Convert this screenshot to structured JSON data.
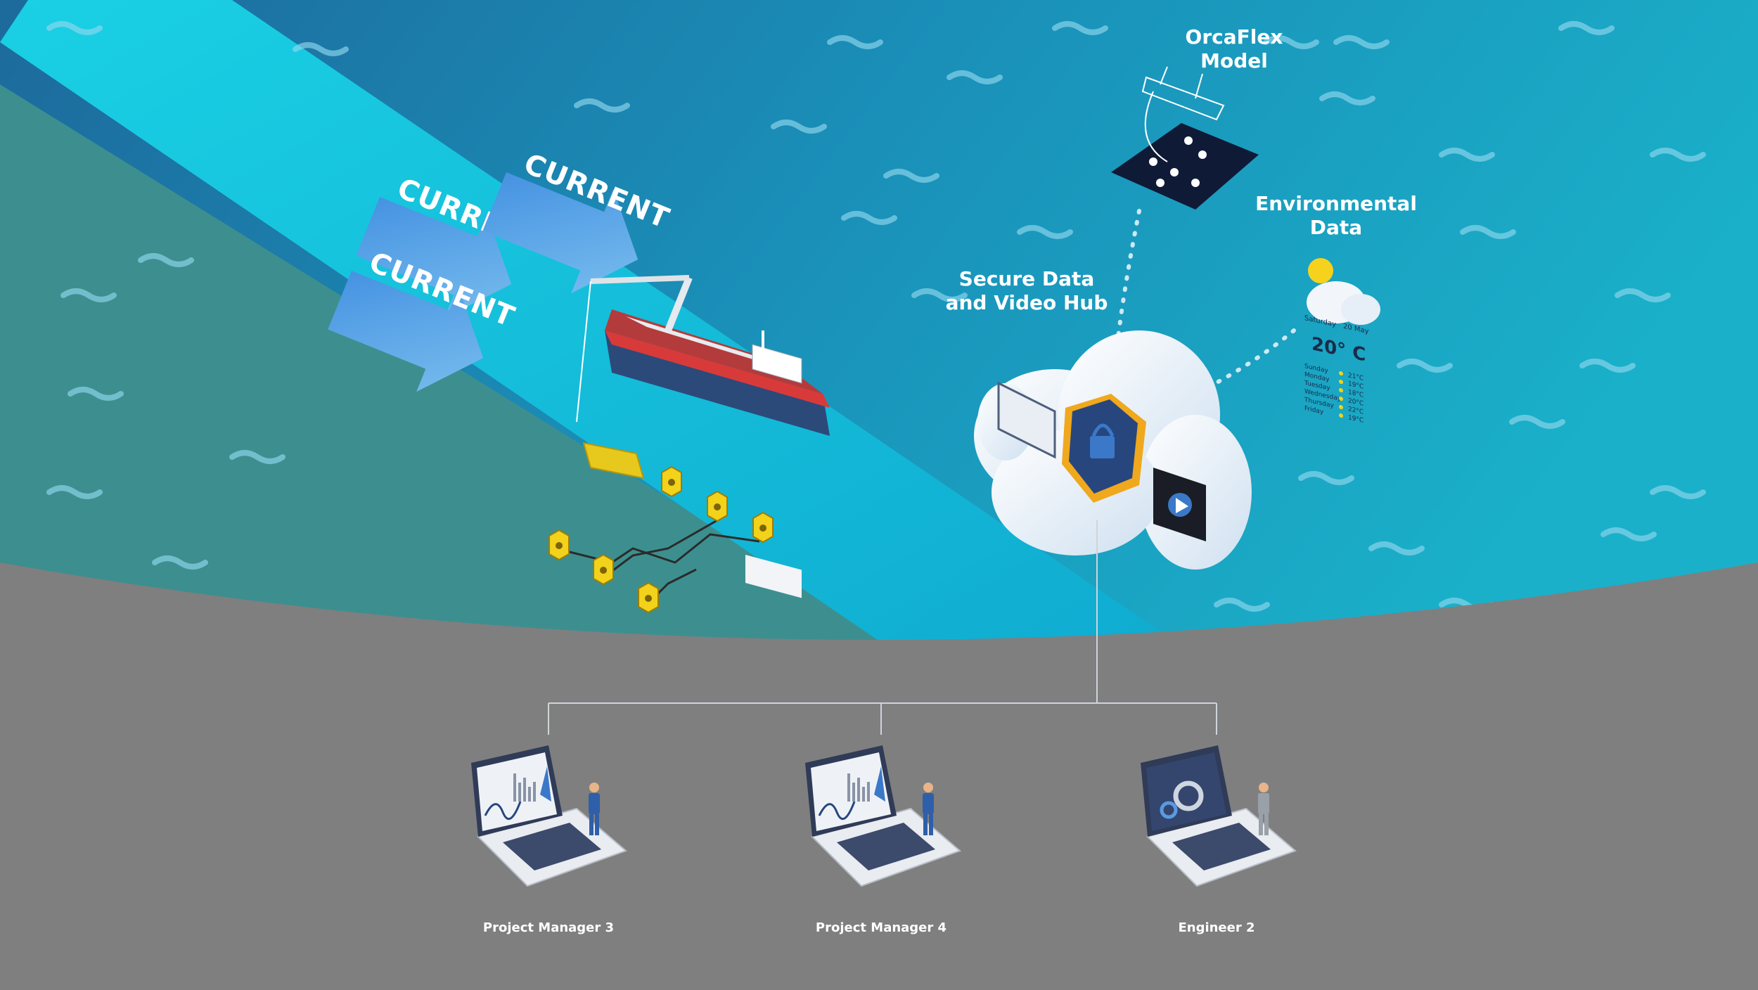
{
  "labels": {
    "orcaflex": [
      "OrcaFlex",
      "Model"
    ],
    "environmental": [
      "Environmental",
      "Data"
    ],
    "hub": [
      "Secure Data",
      "and Video Hub"
    ]
  },
  "currents": [
    "CURRENT",
    "CURRENT",
    "CURRENT"
  ],
  "weather": {
    "day": "Saturday",
    "date": "20 May",
    "temperature": "20° C",
    "forecast_days": [
      "Sunday",
      "Monday",
      "Tuesday",
      "Wednesday",
      "Thursday",
      "Friday"
    ],
    "forecast_temps": [
      "21°C",
      "19°C",
      "18°C",
      "20°C",
      "22°C",
      "19°C"
    ]
  },
  "users": [
    {
      "name": "Project Manager 3",
      "screen": "analytics"
    },
    {
      "name": "Project Manager 4",
      "screen": "analytics"
    },
    {
      "name": "Engineer 2",
      "screen": "settings"
    }
  ],
  "colors": {
    "ground": "#7f7f7f",
    "sea_dark": "#1e6f9e",
    "sea_light": "#1ab2cc",
    "current_band": "#16c6dd",
    "seabed": "#3a8c8c",
    "arrow": "#4f9de0",
    "equipment_yellow": "#f2d21a",
    "hub_shield": "#f0a81c",
    "suit_blue": "#2f5fa8"
  }
}
